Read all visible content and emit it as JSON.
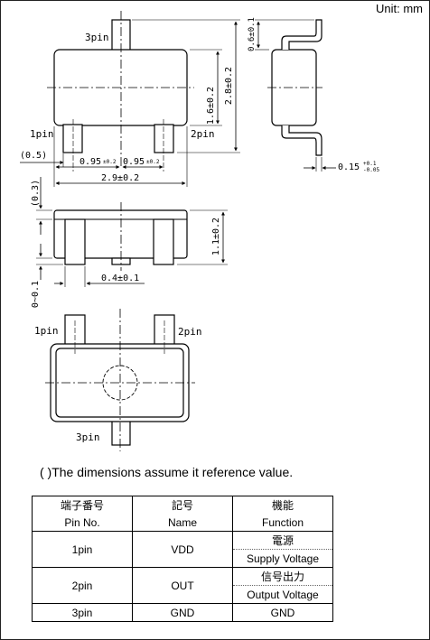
{
  "unit_label": "Unit: mm",
  "top_view": {
    "pin3_label": "3pin",
    "pin1_label": "1pin",
    "pin2_label": "2pin",
    "dim_body_height": "1.6±0.2",
    "dim_total_height": "2.8±0.2",
    "dim_lead_offset": "(0.5)",
    "dim_pitch_left_main": "0.95",
    "dim_pitch_left_tol": "±0.2",
    "dim_pitch_right_main": "0.95",
    "dim_pitch_right_tol": "±0.2",
    "dim_total_width": "2.9±0.2"
  },
  "side_view": {
    "dim_standoff": "0.6±0.1",
    "dim_lead_thickness_main": "0.15",
    "dim_lead_thickness_tol_plus": "+0.1",
    "dim_lead_thickness_tol_minus": "-0.05"
  },
  "front_view": {
    "dim_lead_top": "(0.3)",
    "dim_height": "1.1±0.2",
    "dim_lead_width": "0.4±0.1",
    "dim_standoff_low": "0~0.1"
  },
  "bottom_view": {
    "pin1_label": "1pin",
    "pin2_label": "2pin",
    "pin3_label": "3pin"
  },
  "note": "( )The dimensions assume it reference value.",
  "table": {
    "headers": [
      {
        "jp": "端子番号",
        "en": "Pin No."
      },
      {
        "jp": "記号",
        "en": "Name"
      },
      {
        "jp": "機能",
        "en": "Function"
      }
    ],
    "rows": [
      {
        "pin": "1pin",
        "name": "VDD",
        "func_jp": "電源",
        "func_en": "Supply Voltage"
      },
      {
        "pin": "2pin",
        "name": "OUT",
        "func_jp": "信号出力",
        "func_en": "Output Voltage"
      },
      {
        "pin": "3pin",
        "name": "GND",
        "func": "GND"
      }
    ]
  }
}
